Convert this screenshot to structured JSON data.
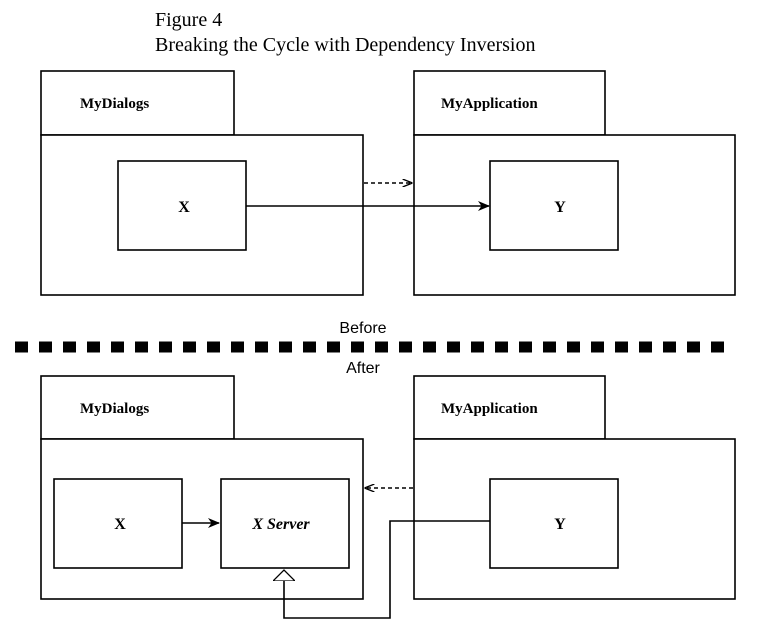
{
  "figure": {
    "number": "Figure 4",
    "title": "Breaking the Cycle with Dependency Inversion"
  },
  "before": {
    "label": "Before",
    "packages": {
      "dialogs": {
        "name": "MyDialogs",
        "classes": [
          "X"
        ]
      },
      "application": {
        "name": "MyApplication",
        "classes": [
          "Y"
        ]
      }
    }
  },
  "after": {
    "label": "After",
    "packages": {
      "dialogs": {
        "name": "MyDialogs",
        "classes": [
          "X",
          "X Server"
        ]
      },
      "application": {
        "name": "MyApplication",
        "classes": [
          "Y"
        ]
      }
    }
  }
}
